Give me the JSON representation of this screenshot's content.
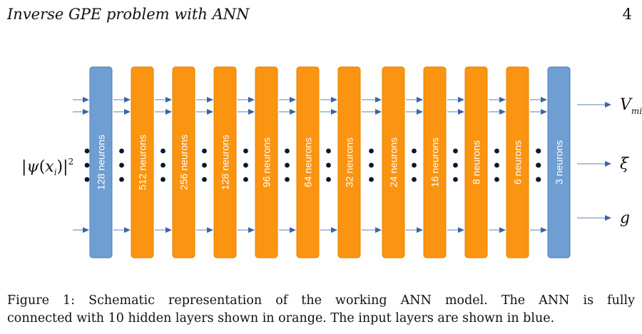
{
  "header": {
    "title": "Inverse GPE problem with ANN",
    "page_number": "4"
  },
  "diagram": {
    "input_label": {
      "prefix": "|",
      "psi": "ψ",
      "arg": "x",
      "arg_sub": "i",
      "suffix": "|",
      "power": "2"
    },
    "layers": [
      {
        "label": "128 neurons",
        "role": "input",
        "color": "#6e9ed2"
      },
      {
        "label": "512 neurons",
        "role": "hidden",
        "color": "#fb9411"
      },
      {
        "label": "256 neurons",
        "role": "hidden",
        "color": "#fb9411"
      },
      {
        "label": "128 neurons",
        "role": "hidden",
        "color": "#fb9411"
      },
      {
        "label": "96 neurons",
        "role": "hidden",
        "color": "#fb9411"
      },
      {
        "label": "64 neurons",
        "role": "hidden",
        "color": "#fb9411"
      },
      {
        "label": "32 neurons",
        "role": "hidden",
        "color": "#fb9411"
      },
      {
        "label": "24 neurons",
        "role": "hidden",
        "color": "#fb9411"
      },
      {
        "label": "16 neurons",
        "role": "hidden",
        "color": "#fb9411"
      },
      {
        "label": "8 neurons",
        "role": "hidden",
        "color": "#fb9411"
      },
      {
        "label": "6 neurons",
        "role": "hidden",
        "color": "#fb9411"
      },
      {
        "label": "3 neurons",
        "role": "output",
        "color": "#6e9ed2"
      }
    ],
    "outputs": [
      {
        "name": "V",
        "sub": "min"
      },
      {
        "name": "ξ",
        "sub": ""
      },
      {
        "name": "g",
        "sub": ""
      }
    ],
    "arrow_color": "#3a64a8",
    "dot_color": "#0b1630"
  },
  "caption": {
    "line1": "Figure 1: Schematic representation of the working ANN model. The ANN is fully",
    "line2": "connected with 10 hidden layers shown in orange. The input layers are shown in blue."
  }
}
